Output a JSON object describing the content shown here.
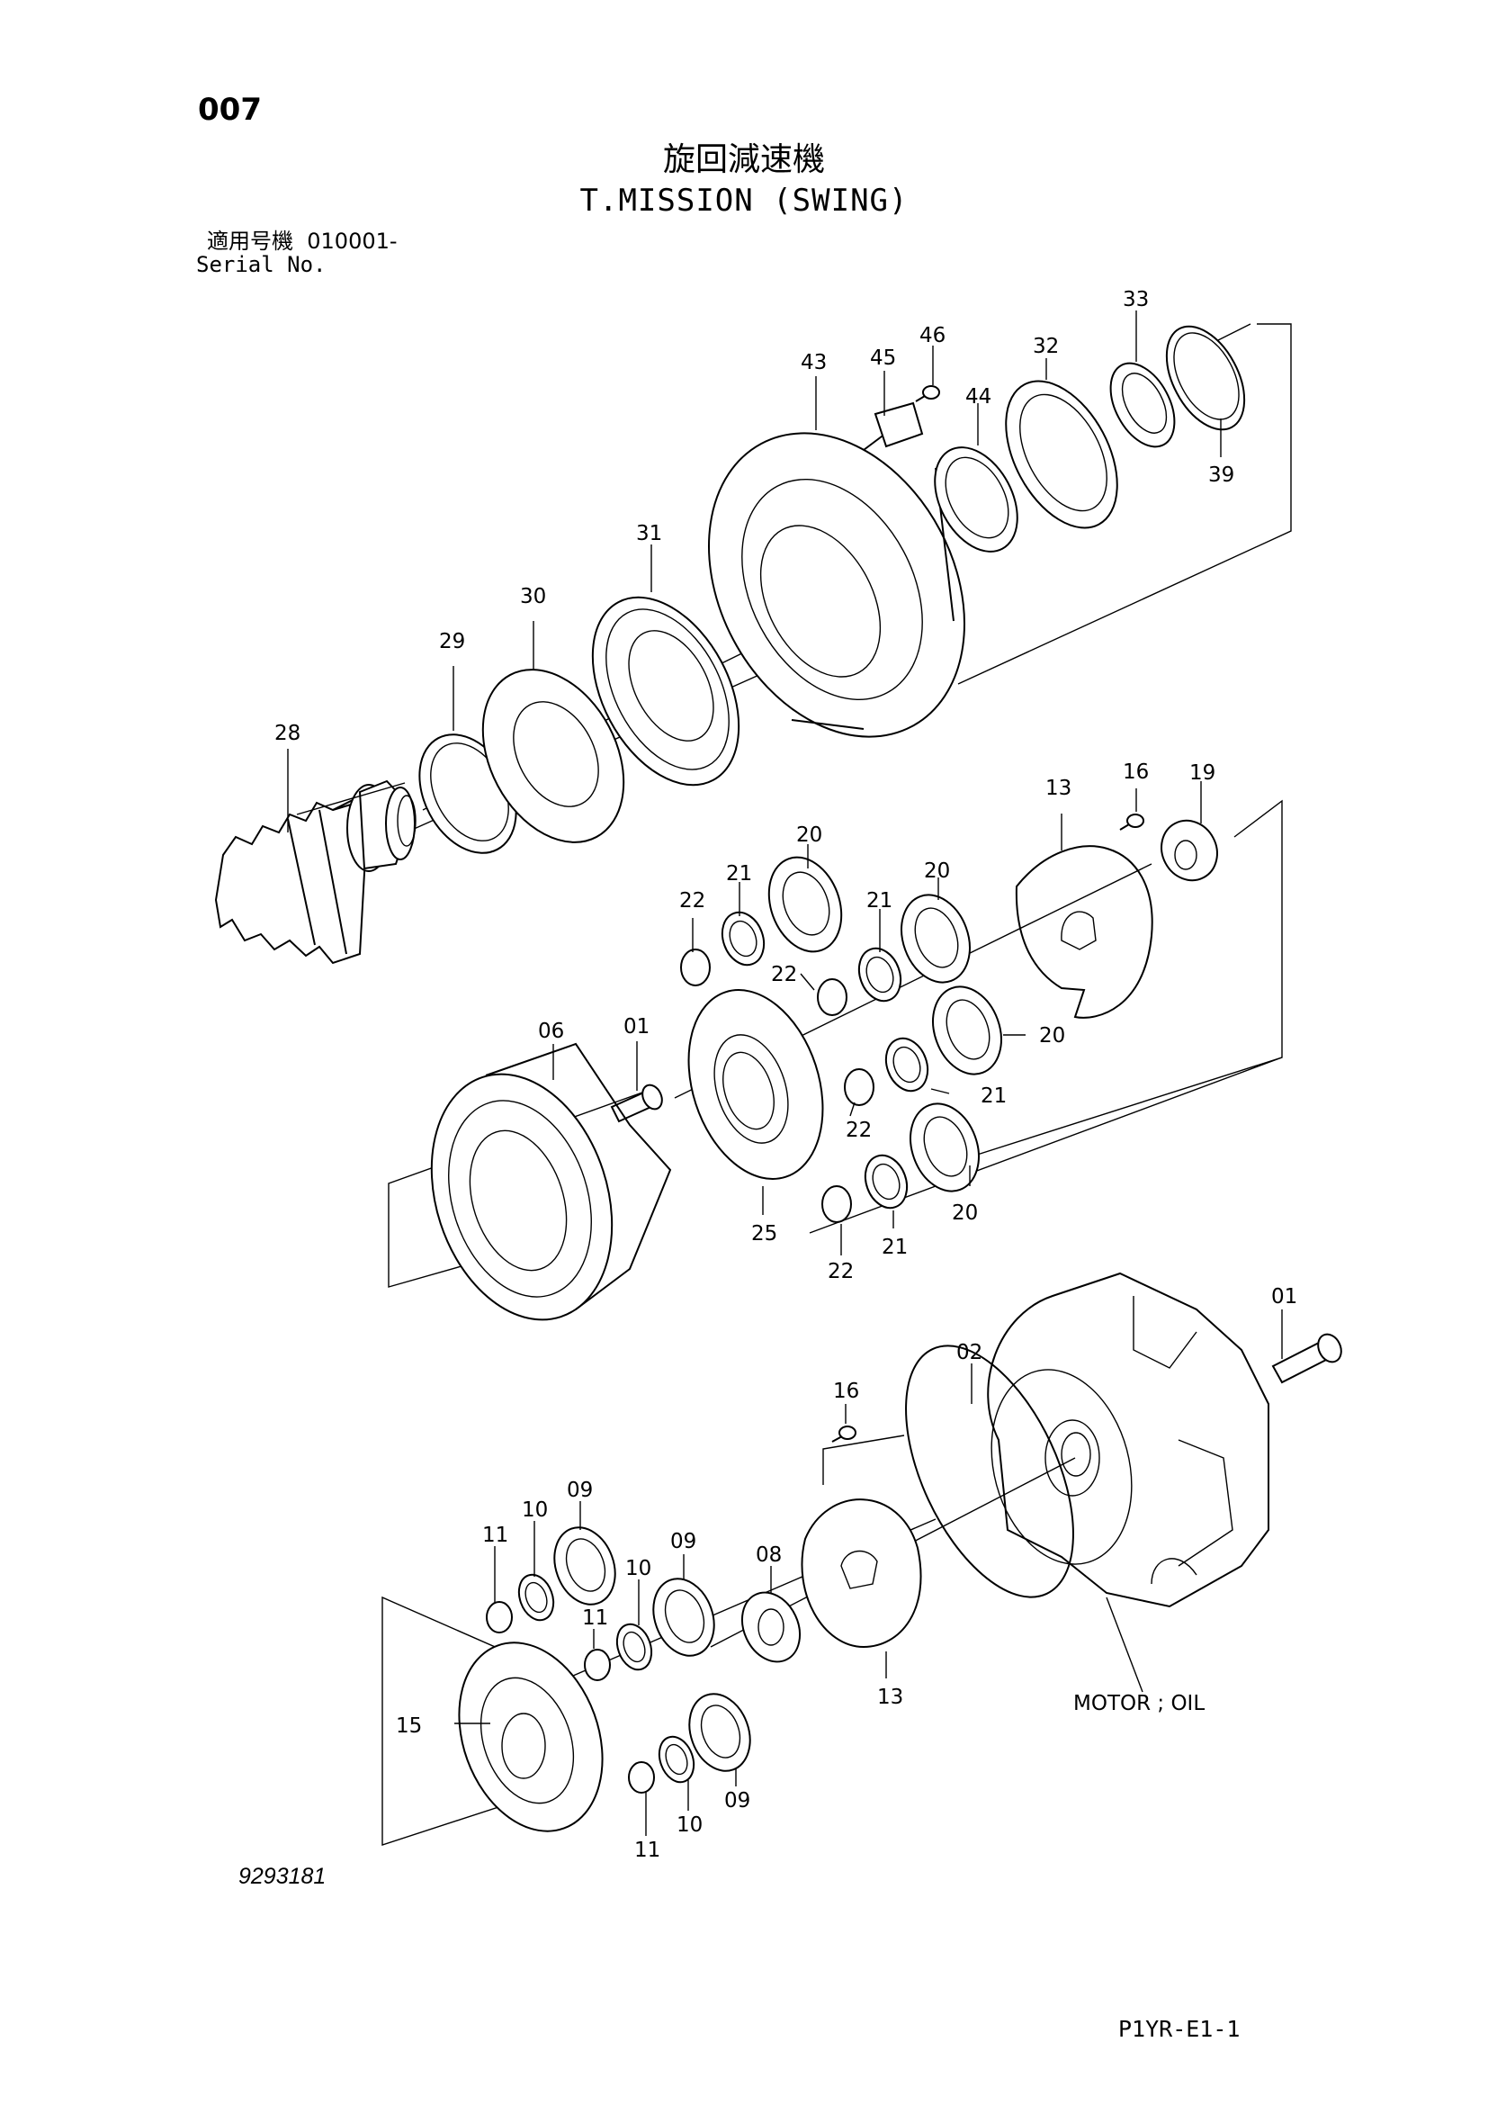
{
  "page_number": "007",
  "title_ja": "旋回減速機",
  "title_en": "T.MISSION (SWING)",
  "serial_label_ja": "適用号機",
  "serial_value": "010001-",
  "serial_label_en": "Serial No.",
  "drawing_number": "9293181",
  "page_code": "P1YR-E1-1",
  "motor_label": "MOTOR ; OIL",
  "callouts": {
    "c43": "43",
    "c45": "45",
    "c46": "46",
    "c44": "44",
    "c32": "32",
    "c33": "33",
    "c39": "39",
    "c31": "31",
    "c30": "30",
    "c29": "29",
    "c28": "28",
    "c13a": "13",
    "c16a": "16",
    "c19": "19",
    "c20a": "20",
    "c21a": "21",
    "c22a": "22",
    "c20b": "20",
    "c21b": "21",
    "c22b": "22",
    "c06": "06",
    "c01a": "01",
    "c20c": "20",
    "c21c": "21",
    "c22c": "22",
    "c25": "25",
    "c20d": "20",
    "c21d": "21",
    "c22d": "22",
    "c01b": "01",
    "c02": "02",
    "c16b": "16",
    "c09a": "09",
    "c10a": "10",
    "c11a": "11",
    "c09b": "09",
    "c10b": "10",
    "c11b": "11",
    "c08": "08",
    "c13b": "13",
    "c15": "15",
    "c09c": "09",
    "c10c": "10",
    "c11c": "11"
  }
}
